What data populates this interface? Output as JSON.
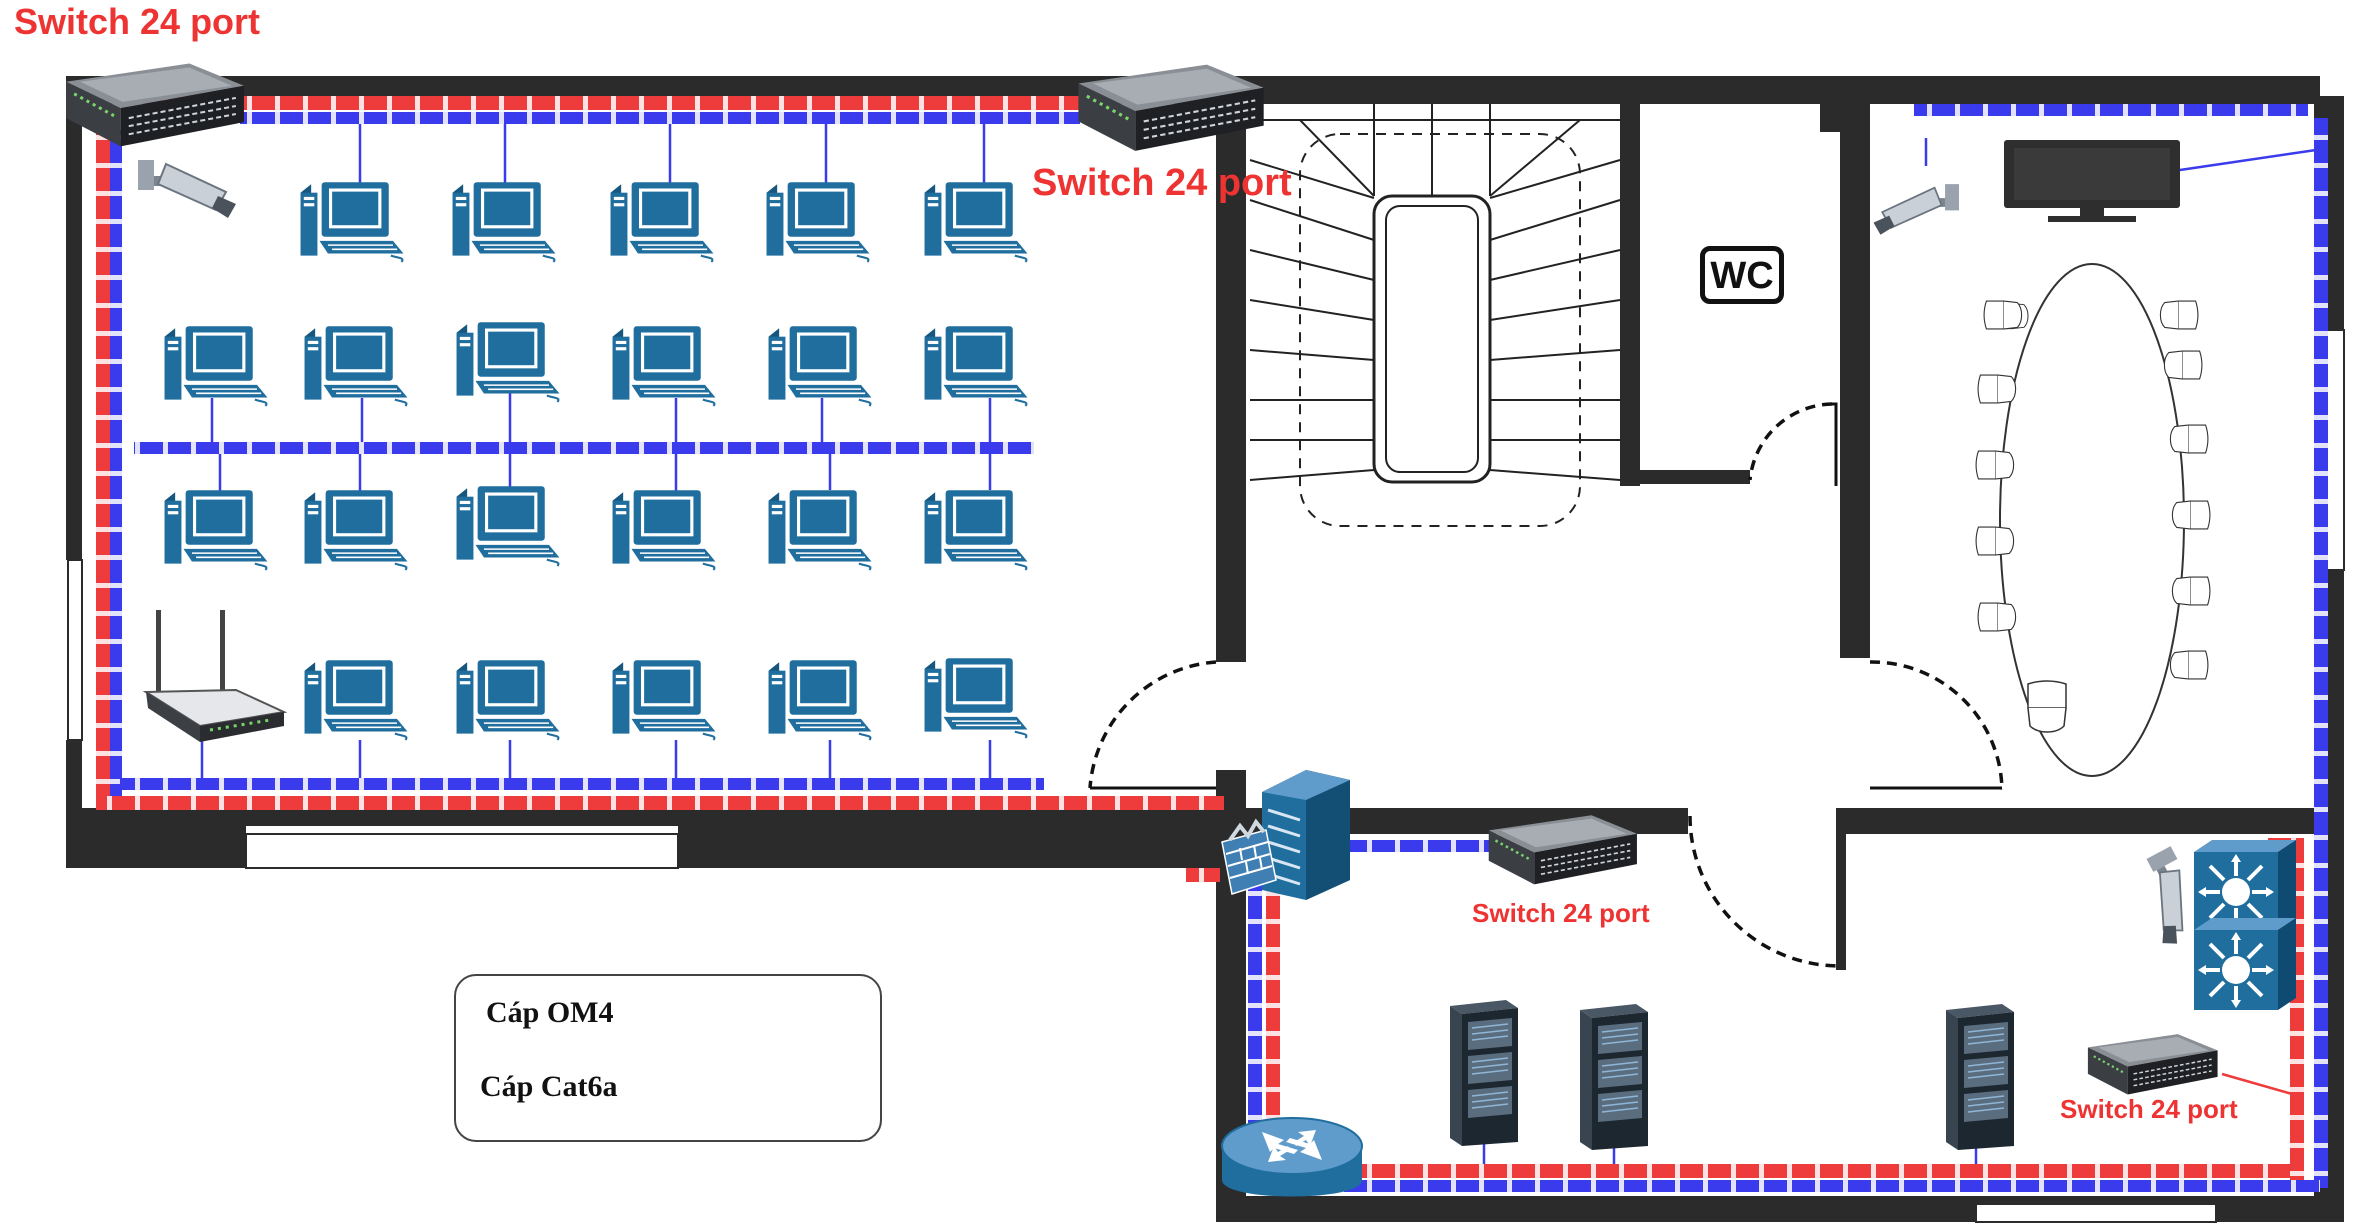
{
  "labels": {
    "switch_top_left": "Switch 24 port",
    "switch_top_center": "Switch 24 port",
    "switch_server_room": "Switch 24 port",
    "switch_bottom_right": "Switch 24 port",
    "wc": "WC"
  },
  "legend": {
    "om4": "Cáp OM4",
    "cat6a": "Cáp Cat6a"
  },
  "colors": {
    "om4": "#ee3b3b",
    "cat6a": "#3b3bee",
    "wall": "#2b2b2b",
    "device": "#1f6e9e",
    "label": "#ee3333"
  },
  "icons": [
    "switch-icon",
    "computer-icon",
    "wifi-router-icon",
    "cctv-camera-icon",
    "firewall-server-icon",
    "server-rack-icon",
    "core-router-icon",
    "layer3-switch-icon",
    "tv-icon",
    "meeting-table-icon",
    "chair-icon"
  ]
}
